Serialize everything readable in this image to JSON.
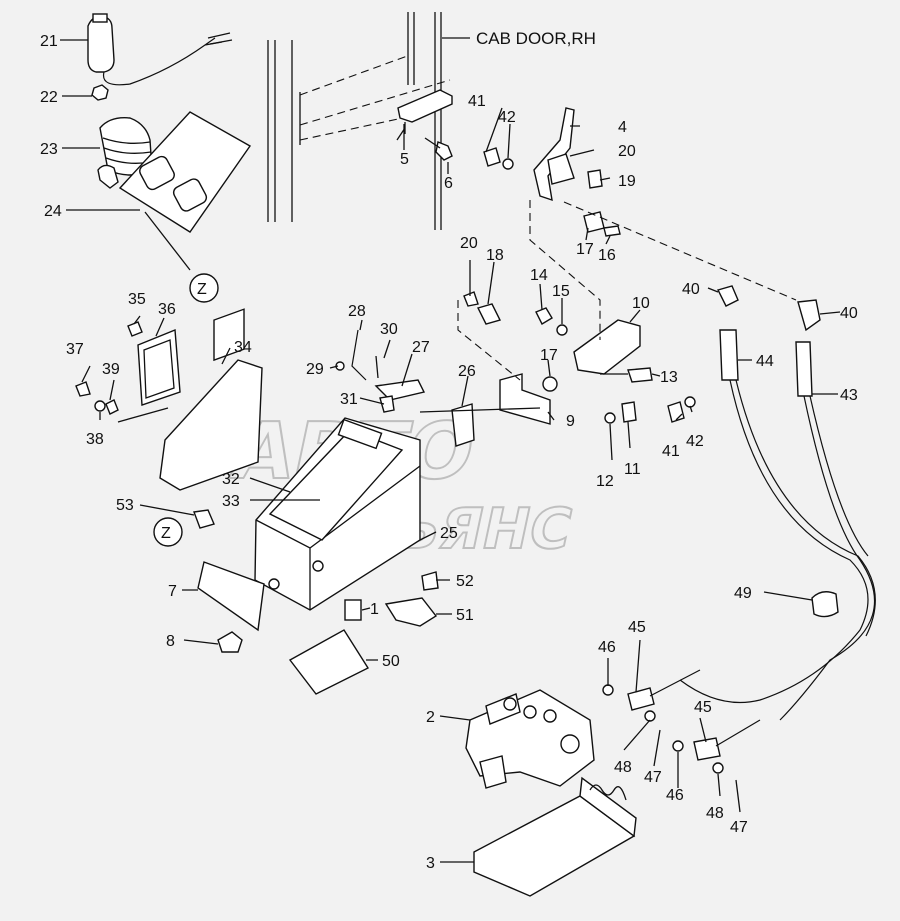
{
  "title": "CAB DOOR,RH",
  "watermark": {
    "line1": "АВТО",
    "line2": "АЛЬЯНС"
  },
  "zone_marker": "Z",
  "labels": {
    "p1": "1",
    "p2": "2",
    "p3": "3",
    "p4": "4",
    "p5": "5",
    "p6": "6",
    "p7": "7",
    "p8": "8",
    "p9": "9",
    "p10": "10",
    "p11": "11",
    "p12": "12",
    "p13": "13",
    "p14": "14",
    "p15": "15",
    "p16": "16",
    "p17a": "17",
    "p17b": "17",
    "p18": "18",
    "p19": "19",
    "p20a": "20",
    "p20b": "20",
    "p21": "21",
    "p22": "22",
    "p23": "23",
    "p24": "24",
    "p25": "25",
    "p26": "26",
    "p27": "27",
    "p28": "28",
    "p29": "29",
    "p30": "30",
    "p31": "31",
    "p32": "32",
    "p33": "33",
    "p34": "34",
    "p35": "35",
    "p36": "36",
    "p37": "37",
    "p38": "38",
    "p39": "39",
    "p40a": "40",
    "p40b": "40",
    "p41a": "41",
    "p41b": "41",
    "p42a": "42",
    "p42b": "42",
    "p43": "43",
    "p44": "44",
    "p45a": "45",
    "p45b": "45",
    "p46a": "46",
    "p46b": "46",
    "p47a": "47",
    "p47b": "47",
    "p48a": "48",
    "p48b": "48",
    "p49": "49",
    "p50": "50",
    "p51": "51",
    "p52": "52",
    "p53": "53"
  }
}
